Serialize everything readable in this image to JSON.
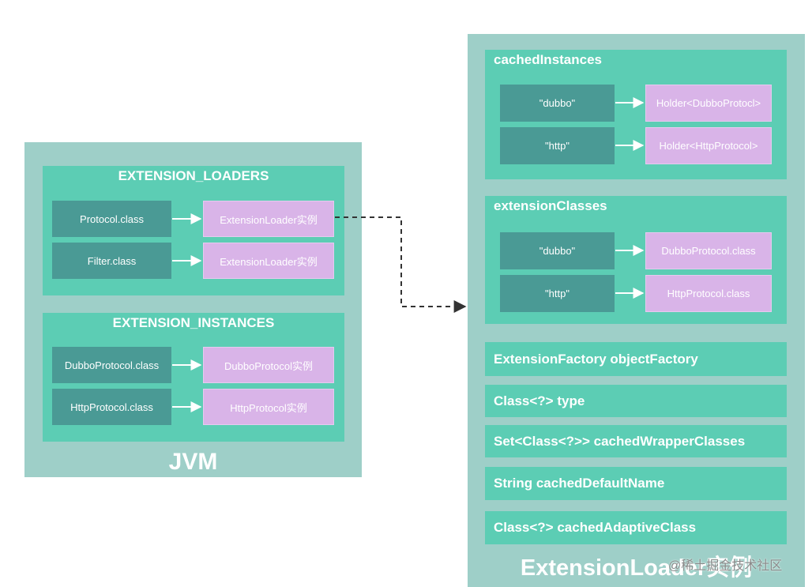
{
  "jvm": {
    "label": "JVM",
    "extension_loaders": {
      "title": "EXTENSION_LOADERS",
      "rows": [
        {
          "key": "Protocol.class",
          "value": "ExtensionLoader实例"
        },
        {
          "key": "Filter.class",
          "value": "ExtensionLoader实例"
        }
      ]
    },
    "extension_instances": {
      "title": "EXTENSION_INSTANCES",
      "rows": [
        {
          "key": "DubboProtocol.class",
          "value": "DubboProtocol实例"
        },
        {
          "key": "HttpProtocol.class",
          "value": "HttpProtocol实例"
        }
      ]
    }
  },
  "extension_loader": {
    "label": "ExtensionLoader实例",
    "cached_instances": {
      "title": "cachedInstances",
      "rows": [
        {
          "key": "\"dubbo\"",
          "value": "Holder<DubboProtocl>"
        },
        {
          "key": "\"http\"",
          "value": "Holder<HttpProtocol>"
        }
      ]
    },
    "extension_classes": {
      "title": "extensionClasses",
      "rows": [
        {
          "key": "\"dubbo\"",
          "value": "DubboProtocol.class"
        },
        {
          "key": "\"http\"",
          "value": "HttpProtocol.class"
        }
      ]
    },
    "fields": [
      "ExtensionFactory objectFactory",
      "Class<?> type",
      "Set<Class<?>> cachedWrapperClasses",
      "String cachedDefaultName",
      "Class<?> cachedAdaptiveClass"
    ]
  },
  "watermark": "@稀土掘金技术社区",
  "colors": {
    "outer": "#9ecfc8",
    "panel": "#5ccdb4",
    "key": "#4a9a95",
    "value": "#d9b4e8",
    "text": "#ffffff"
  }
}
